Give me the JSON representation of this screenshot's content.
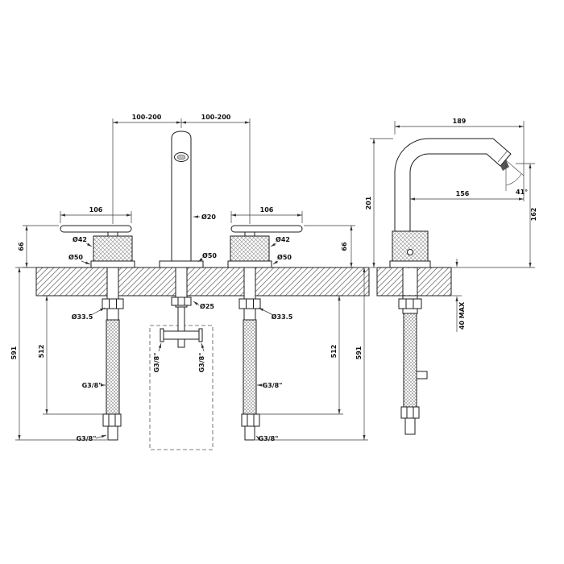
{
  "drawing": {
    "front_view": {
      "spacing_left": "100-200",
      "spacing_right": "100-200",
      "lever_length_left": "106",
      "lever_length_right": "106",
      "spout_diameter": "Ø20",
      "handle_diameter_left": "Ø42",
      "handle_diameter_right": "Ø42",
      "flange_diameter_left": "Ø50",
      "flange_diameter_center": "Ø50",
      "flange_diameter_right": "Ø50",
      "height_above_deck_left": "66",
      "height_above_deck_right": "66",
      "shank_diameter_left": "Ø33.5",
      "shank_diameter_center": "Ø25",
      "shank_diameter_right": "Ø33.5",
      "hose_length_inner_left": "512",
      "hose_length_outer_left": "591",
      "hose_length_inner_right": "512",
      "hose_length_outer_right": "591",
      "thread_center_left": "G3/8\"",
      "thread_center_right": "G3/8\"",
      "thread_hose_left": "G3/8\"",
      "thread_hose_right": "G3/8\"",
      "thread_hose_end_left": "G3/8\"",
      "thread_hose_end_right": "G3/8\""
    },
    "side_view": {
      "spout_reach": "189",
      "spout_projection": "156",
      "spout_angle": "41°",
      "height_to_spout_top": "201",
      "height_to_outlet": "162",
      "counter_thickness": "40 MAX"
    }
  }
}
